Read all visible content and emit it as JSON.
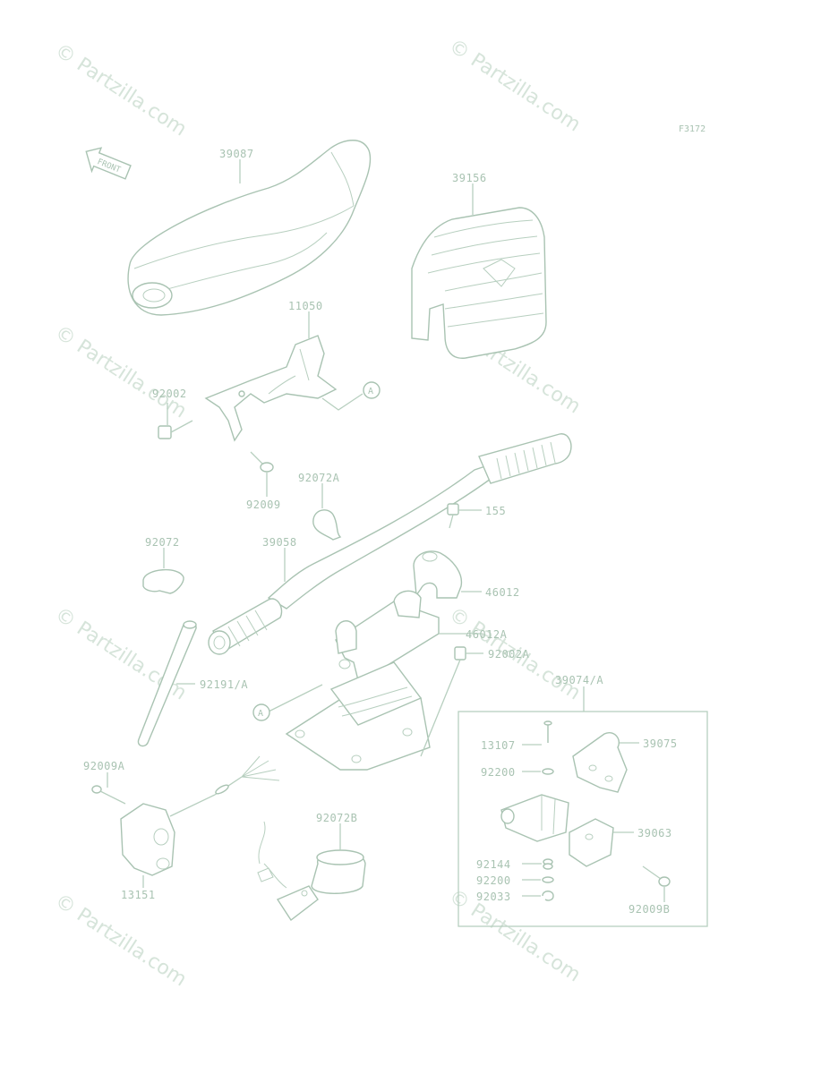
{
  "figure_code": "F3172",
  "front_label": "FRONT",
  "watermark": "© Partzilla.com",
  "ref_marker": "A",
  "parts": {
    "p39087": "39087",
    "p39156": "39156",
    "p11050": "11050",
    "p92002": "92002",
    "p92009": "92009",
    "p92072A": "92072A",
    "p155": "155",
    "p92072": "92072",
    "p39058": "39058",
    "p46012": "46012",
    "p46012A": "46012A",
    "p92002A": "92002A",
    "p39074A": "39074/A",
    "p92191A": "92191/A",
    "p13107": "13107",
    "p39075": "39075",
    "p92200a": "92200",
    "p92009A": "92009A",
    "p92072B": "92072B",
    "p39063": "39063",
    "p92144": "92144",
    "p92200b": "92200",
    "p92033": "92033",
    "p92009B": "92009B",
    "p13151": "13151"
  }
}
